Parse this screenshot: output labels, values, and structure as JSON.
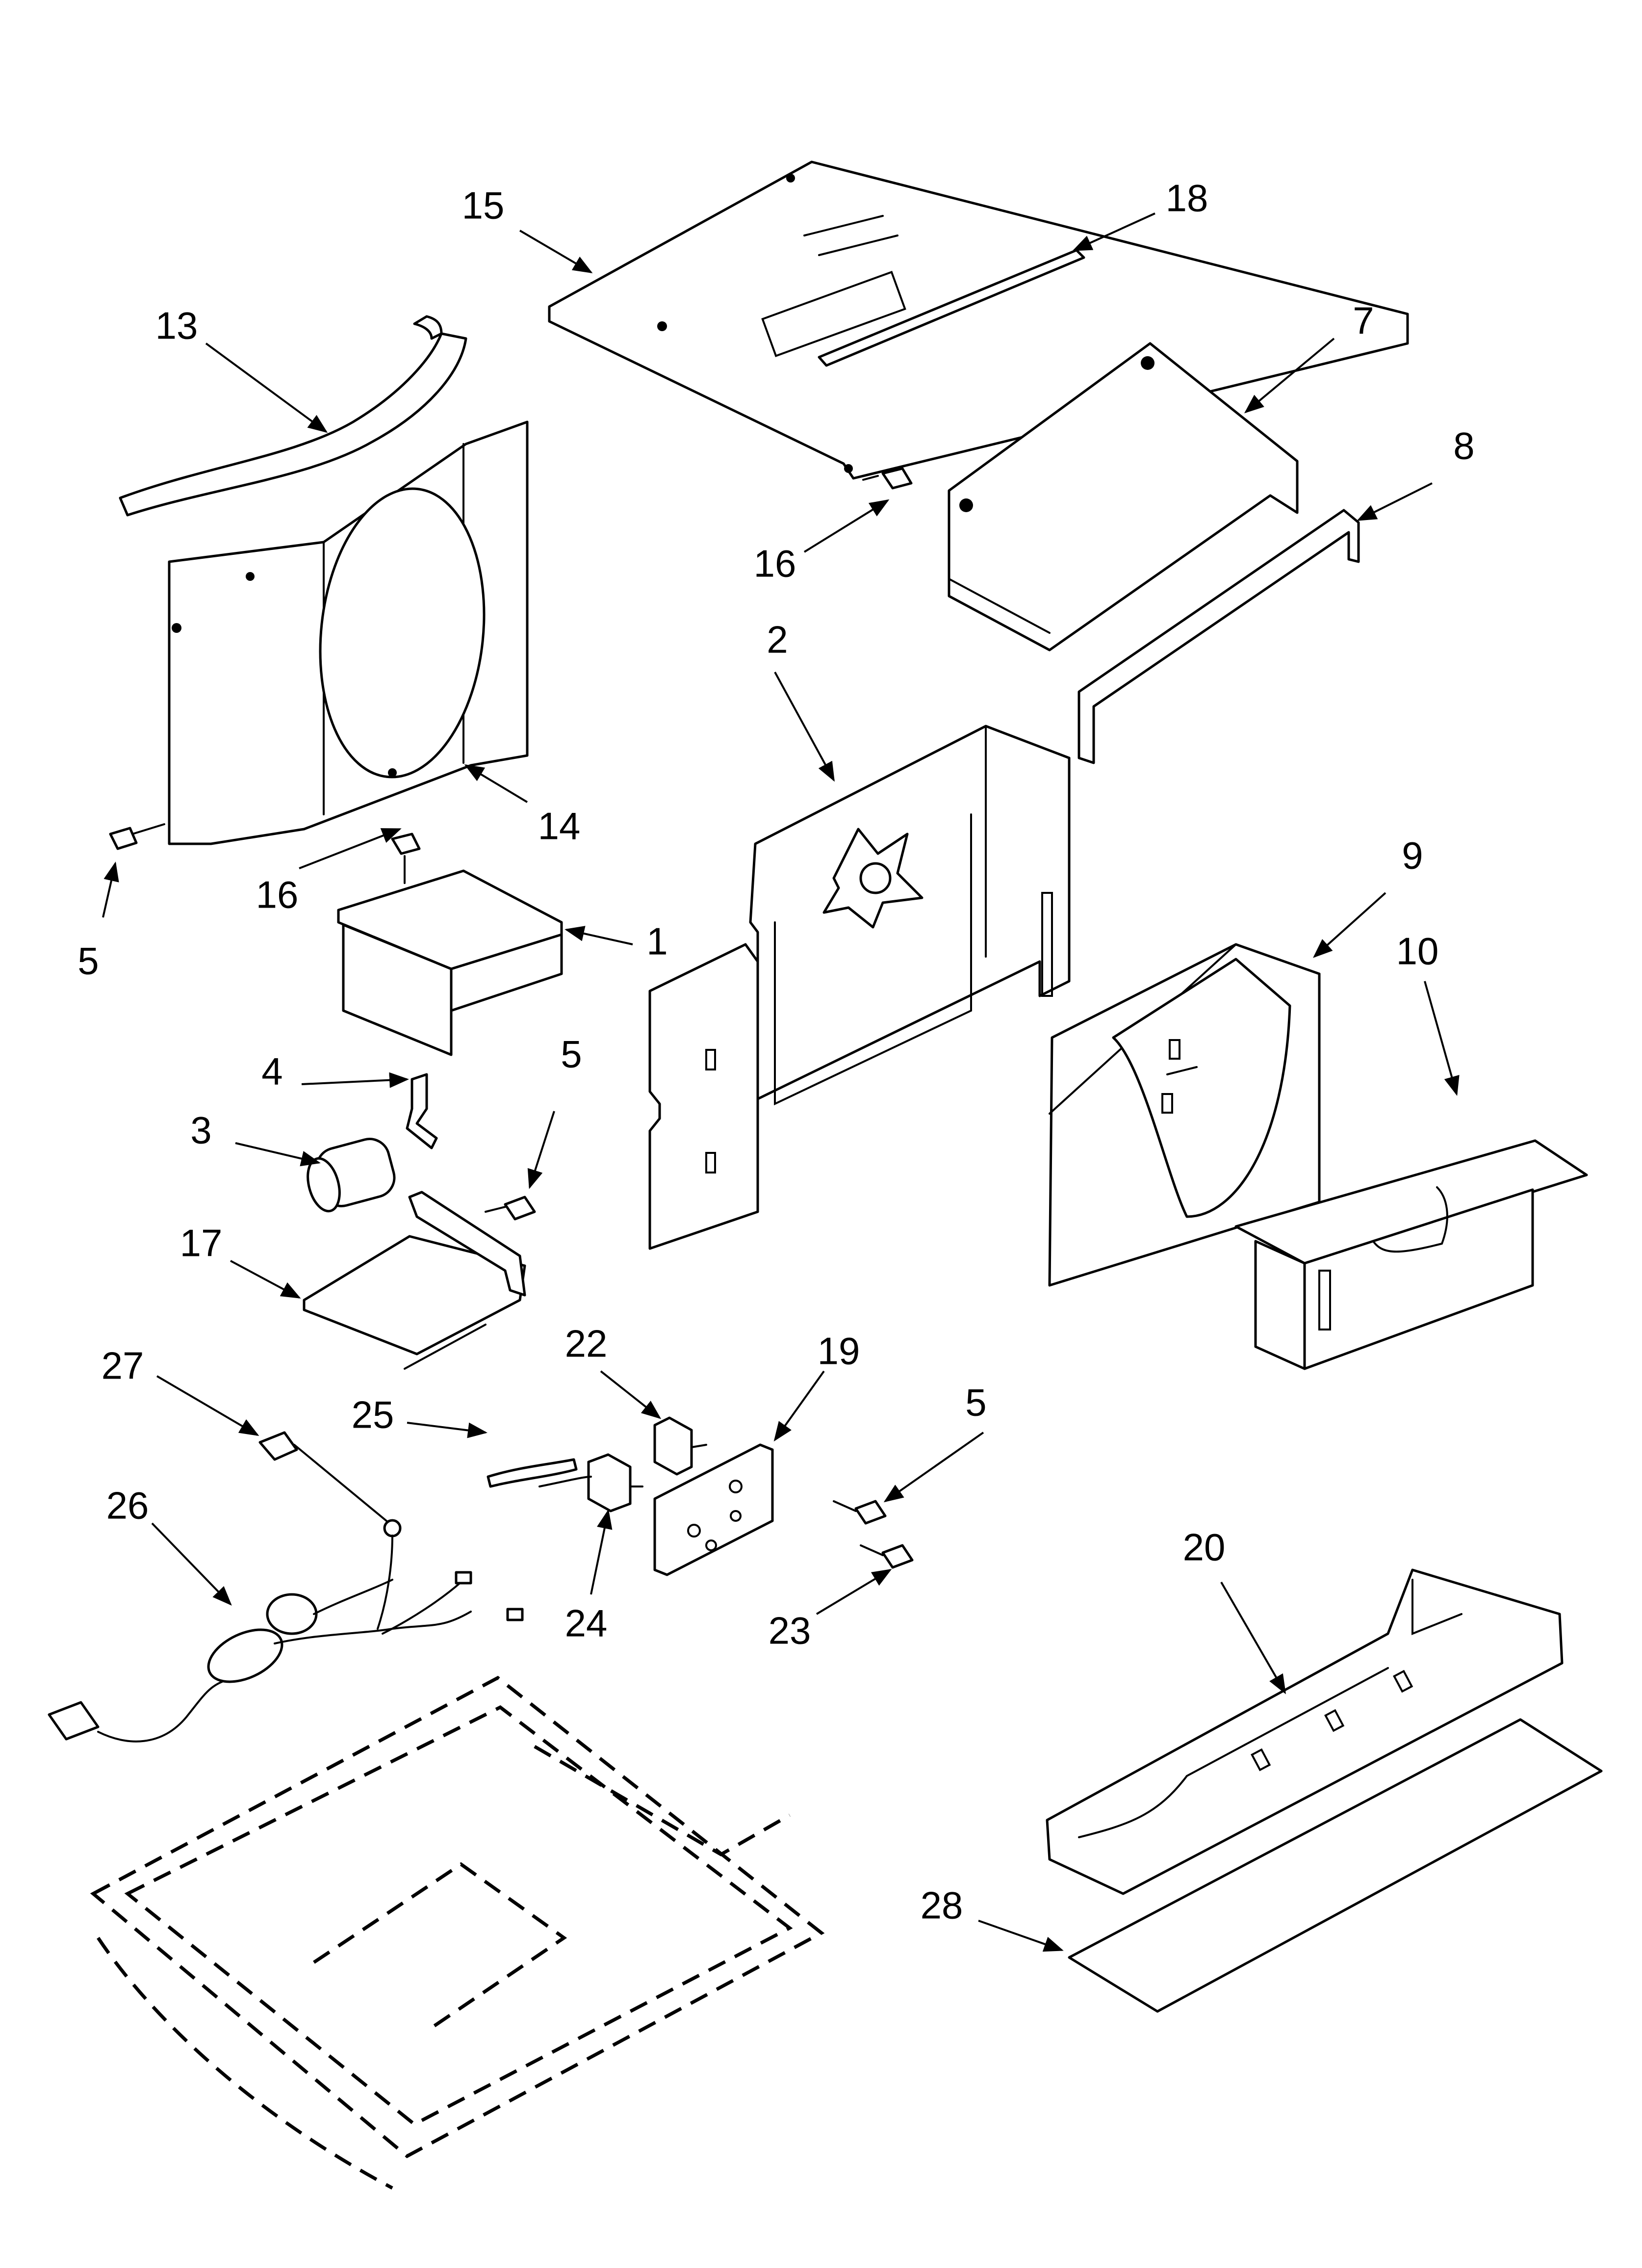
{
  "callouts": [
    {
      "id": "c15",
      "label": "15"
    },
    {
      "id": "c18",
      "label": "18"
    },
    {
      "id": "c13",
      "label": "13"
    },
    {
      "id": "c7",
      "label": "7"
    },
    {
      "id": "c8",
      "label": "8"
    },
    {
      "id": "c16a",
      "label": "16"
    },
    {
      "id": "c2",
      "label": "2"
    },
    {
      "id": "c14",
      "label": "14"
    },
    {
      "id": "c16b",
      "label": "16"
    },
    {
      "id": "c9",
      "label": "9"
    },
    {
      "id": "c10",
      "label": "10"
    },
    {
      "id": "c1",
      "label": "1"
    },
    {
      "id": "c5a",
      "label": "5"
    },
    {
      "id": "c4",
      "label": "4"
    },
    {
      "id": "c5b",
      "label": "5"
    },
    {
      "id": "c3",
      "label": "3"
    },
    {
      "id": "c17",
      "label": "17"
    },
    {
      "id": "c22",
      "label": "22"
    },
    {
      "id": "c19",
      "label": "19"
    },
    {
      "id": "c27",
      "label": "27"
    },
    {
      "id": "c25",
      "label": "25"
    },
    {
      "id": "c5c",
      "label": "5"
    },
    {
      "id": "c26",
      "label": "26"
    },
    {
      "id": "c24",
      "label": "24"
    },
    {
      "id": "c23",
      "label": "23"
    },
    {
      "id": "c20",
      "label": "20"
    },
    {
      "id": "c28",
      "label": "28"
    }
  ]
}
